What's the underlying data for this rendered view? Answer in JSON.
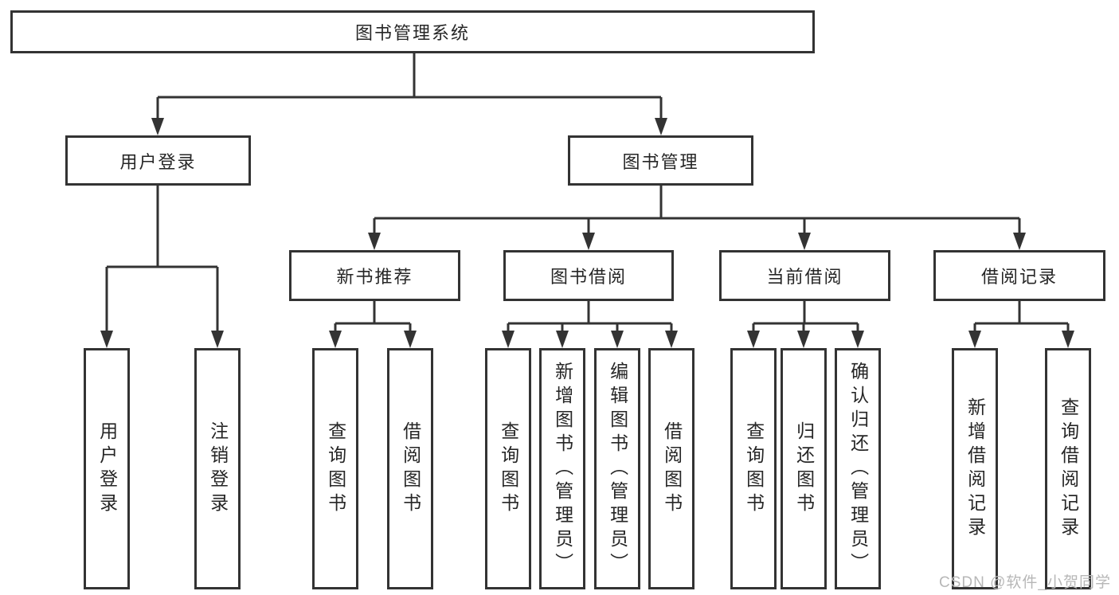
{
  "watermark": "CSDN @软件_小贺同学",
  "colors": {
    "line": "#333333",
    "box_border": "#333333",
    "text": "#262626",
    "watermark": "#b7b7b7",
    "background": "#ffffff"
  },
  "tree": {
    "root": "图书管理系统",
    "branches": [
      {
        "label": "用户登录",
        "leaves": [
          "用户登录",
          "注销登录"
        ]
      },
      {
        "label": "图书管理",
        "groups": [
          {
            "label": "新书推荐",
            "leaves": [
              "查询图书",
              "借阅图书"
            ]
          },
          {
            "label": "图书借阅",
            "leaves": [
              "查询图书",
              "新增图书（管理员）",
              "编辑图书（管理员）",
              "借阅图书"
            ]
          },
          {
            "label": "当前借阅",
            "leaves": [
              "查询图书",
              "归还图书",
              "确认归还（管理员）"
            ]
          },
          {
            "label": "借阅记录",
            "leaves": [
              "新增借阅记录",
              "查询借阅记录"
            ]
          }
        ]
      }
    ]
  }
}
